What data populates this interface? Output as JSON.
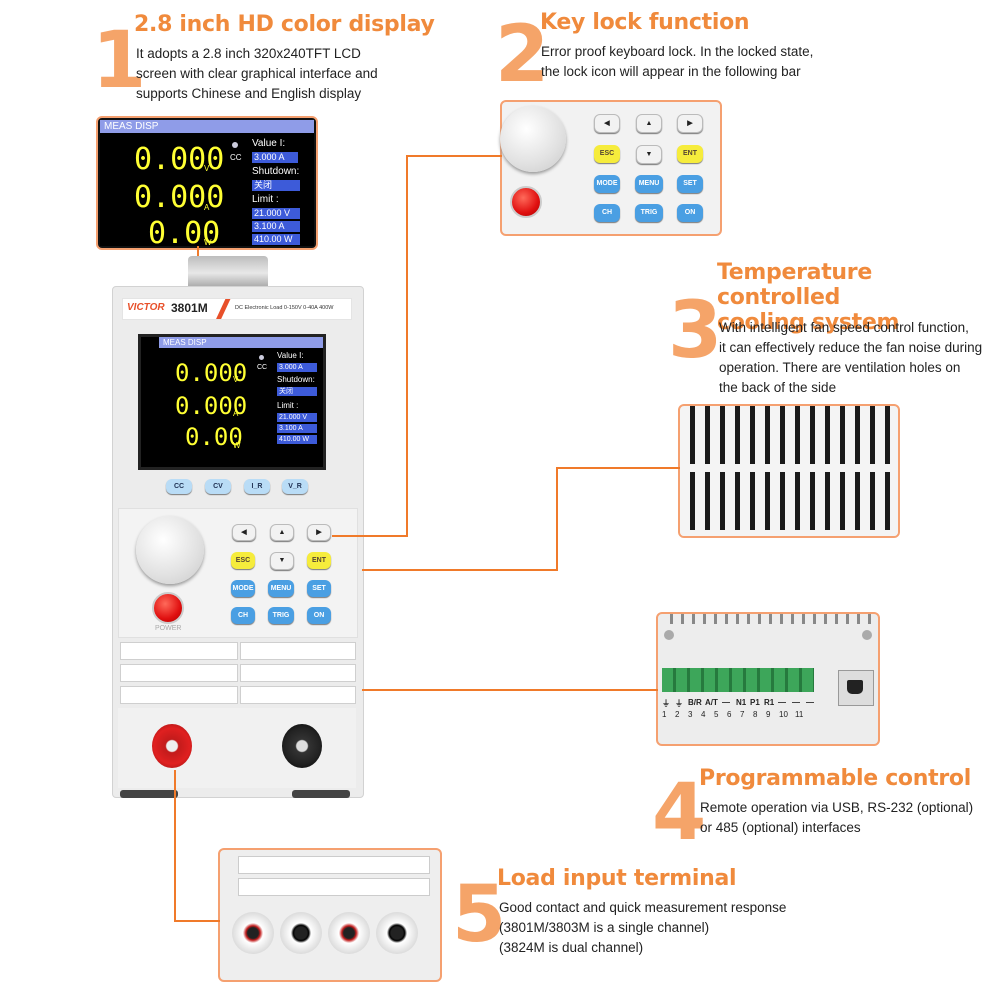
{
  "features": [
    {
      "num": "1",
      "title": "2.8 inch HD color display",
      "desc": [
        "It adopts a 2.8 inch 320x240TFT LCD",
        "screen with clear graphical interface and",
        "supports Chinese and English display"
      ]
    },
    {
      "num": "2",
      "title": "Key lock function",
      "desc": [
        "Error proof keyboard lock. In the locked state,",
        "the lock icon will appear in the following bar"
      ]
    },
    {
      "num": "3",
      "title": [
        "Temperature controlled",
        "cooling system"
      ],
      "desc": [
        "With intelligent fan speed control function,",
        "it can effectively reduce the fan noise during",
        "operation. There are ventilation holes on",
        "the back of the side"
      ]
    },
    {
      "num": "4",
      "title": "Programmable control",
      "desc": [
        "Remote operation via USB, RS-232 (optional)",
        "or 485 (optional) interfaces"
      ]
    },
    {
      "num": "5",
      "title": "Load input terminal",
      "desc": [
        "Good contact and quick measurement response",
        "(3801M/3803M is a single channel)",
        "(3824M is dual channel)"
      ]
    }
  ],
  "lcd": {
    "header": "MEAS DISP",
    "voltage": "0.000",
    "voltage_unit": "V",
    "current": "0.000",
    "current_unit": "A",
    "power": "0.00",
    "power_unit": "W",
    "mode": "CC",
    "value_label": "Value I:",
    "value": "3.000  A",
    "shutdown_label": "Shutdown:",
    "shutdown_value": "关闭",
    "limit_label": "Limit :",
    "limit_v": "21.000  V",
    "limit_a": "3.100  A",
    "limit_w": "410.00  W"
  },
  "device": {
    "brand": "VICTOR",
    "model": "3801M",
    "spec": "DC Electronic Load 0-150V 0-40A 400W",
    "power_label": "POWER",
    "mode_buttons": [
      "CC",
      "CV",
      "I_R",
      "V_R"
    ],
    "keys": {
      "esc": "ESC",
      "ent": "ENT",
      "mode": "MODE",
      "menu": "MENU",
      "set": "SET",
      "ch": "CH",
      "trig": "TRIG",
      "on": "ON",
      "left": "◀",
      "up": "▲",
      "right": "▶",
      "down": "▼"
    }
  },
  "terminal": {
    "labels": [
      "⏚",
      "⏚",
      "B/R",
      "A/T",
      "—",
      "N1",
      "P1",
      "R1",
      "—",
      "—",
      "—"
    ],
    "numbers": [
      "1",
      "2",
      "3",
      "4",
      "5",
      "6",
      "7",
      "8",
      "9",
      "10",
      "11"
    ]
  },
  "colors": {
    "accent": "#f08a3c",
    "number": "#f5a469",
    "lcd_header": "#8f9ce8",
    "lcd_box": "#3d5bd9",
    "lcd_text": "#ffff33"
  }
}
